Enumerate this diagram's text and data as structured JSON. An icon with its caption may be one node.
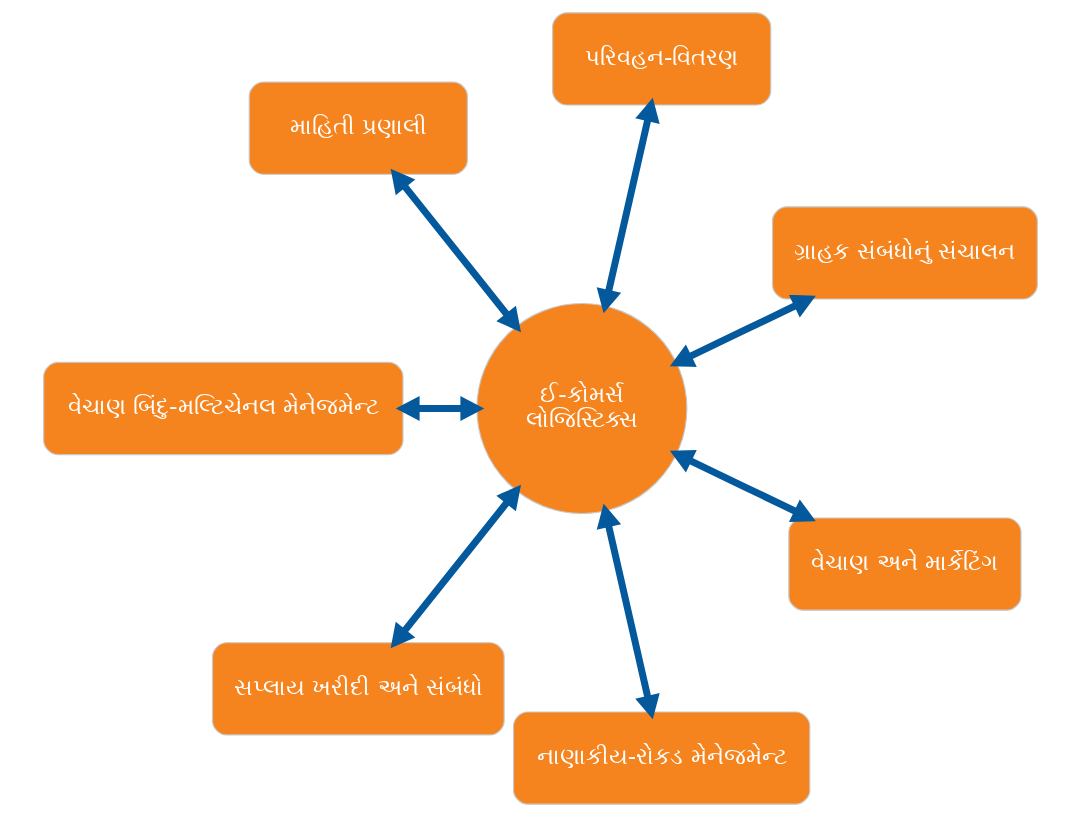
{
  "diagram": {
    "nodes": [
      {
        "text": [
          "ગ્રાહક સંબંધોનું સંચાલન"
        ]
      },
      {
        "text": [
          "પરિવહન-વિતરણ"
        ]
      },
      {
        "text": [
          "માહિતી પ્રણાલી"
        ]
      },
      {
        "text": [
          "ઈ-કોમર્સ લોજિસ્ટિક્સ"
        ]
      },
      {
        "text": [
          "વેચાણ બિંદુ-મલ્ટિચેનલ મેનેજમેન્ટ"
        ]
      },
      {
        "text": [
          "સપ્લાય ખરીદી અને સંબંધો"
        ]
      },
      {
        "text": [
          "નાણાકીય-રોકડ મેનેજમેન્ટ"
        ]
      },
      {
        "text": [
          "વેચાણ અને માર્કેટિંગ"
        ]
      }
    ],
    "edges": [
      {
        "from": 3,
        "to": 0,
        "arrow": "both"
      },
      {
        "from": 3,
        "to": 2,
        "arrow": "both"
      },
      {
        "from": 3,
        "to": 5,
        "arrow": "both"
      },
      {
        "from": 3,
        "to": 7,
        "arrow": "both"
      },
      {
        "from": 3,
        "to": 6,
        "arrow": "both"
      },
      {
        "from": 3,
        "to": 4,
        "arrow": "both"
      },
      {
        "from": 3,
        "to": 1,
        "arrow": "both"
      }
    ]
  }
}
